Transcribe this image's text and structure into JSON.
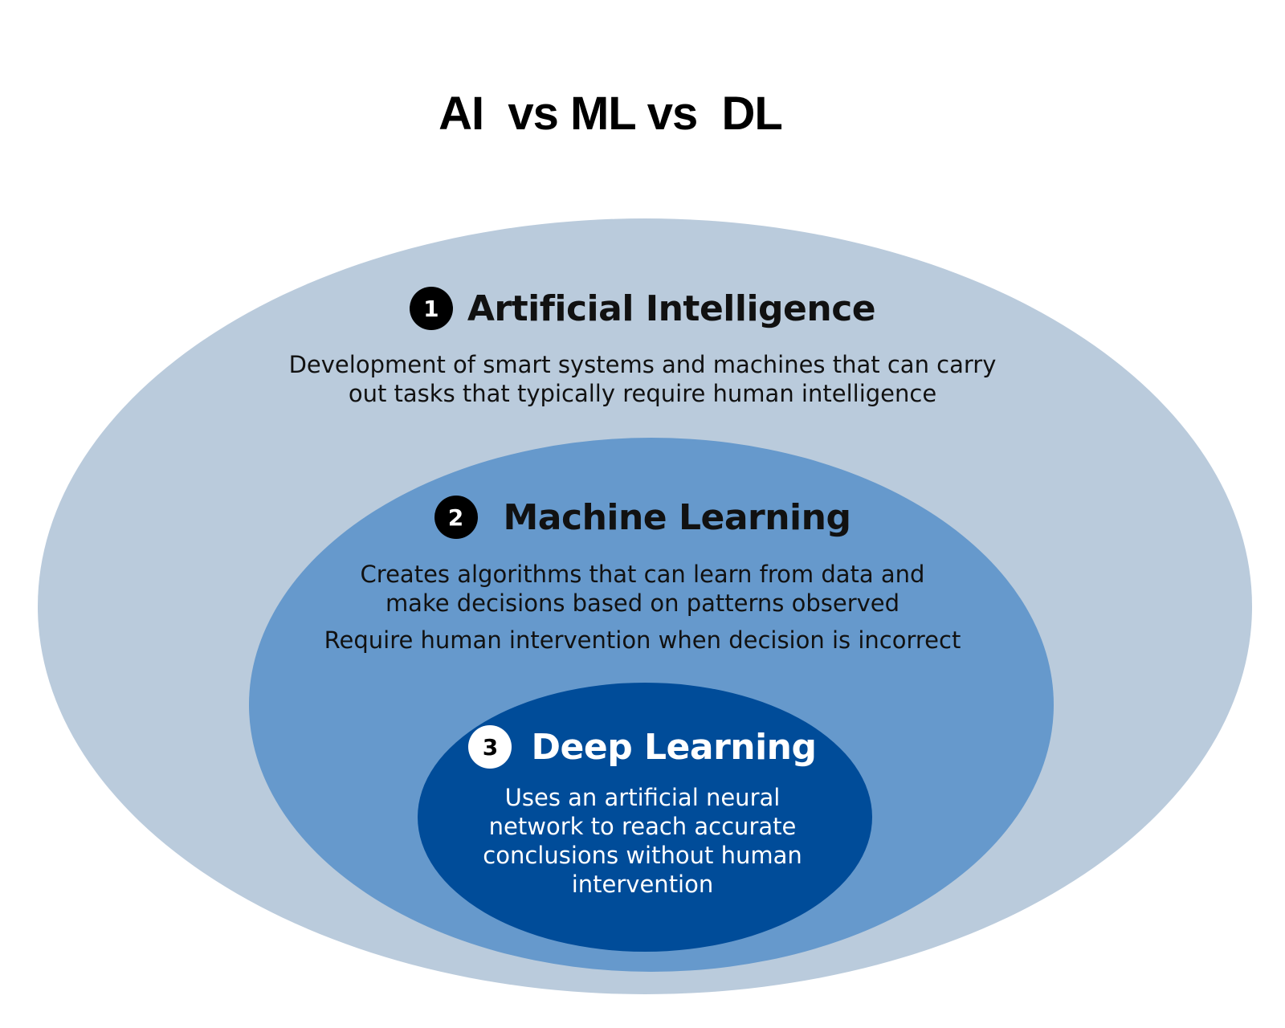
{
  "title": "AI  vs ML vs  DL",
  "ai": {
    "number": "1",
    "heading": "Artificial Intelligence",
    "description": [
      "Development of smart systems and machines that can carry",
      "out tasks that typically require human intelligence"
    ]
  },
  "ml": {
    "number": "2",
    "heading": "Machine Learning",
    "description": [
      "Creates algorithms that can learn from data and",
      "make decisions based on patterns observed"
    ],
    "note": "Require human intervention when decision is incorrect"
  },
  "dl": {
    "number": "3",
    "heading": "Deep Learning",
    "description": [
      "Uses an artificial neural",
      "network to reach accurate",
      "conclusions without human",
      "intervention"
    ]
  },
  "colors": {
    "ai_fill": "#bacbdc",
    "ml_fill": "#6699cc",
    "dl_fill": "#004c99"
  }
}
